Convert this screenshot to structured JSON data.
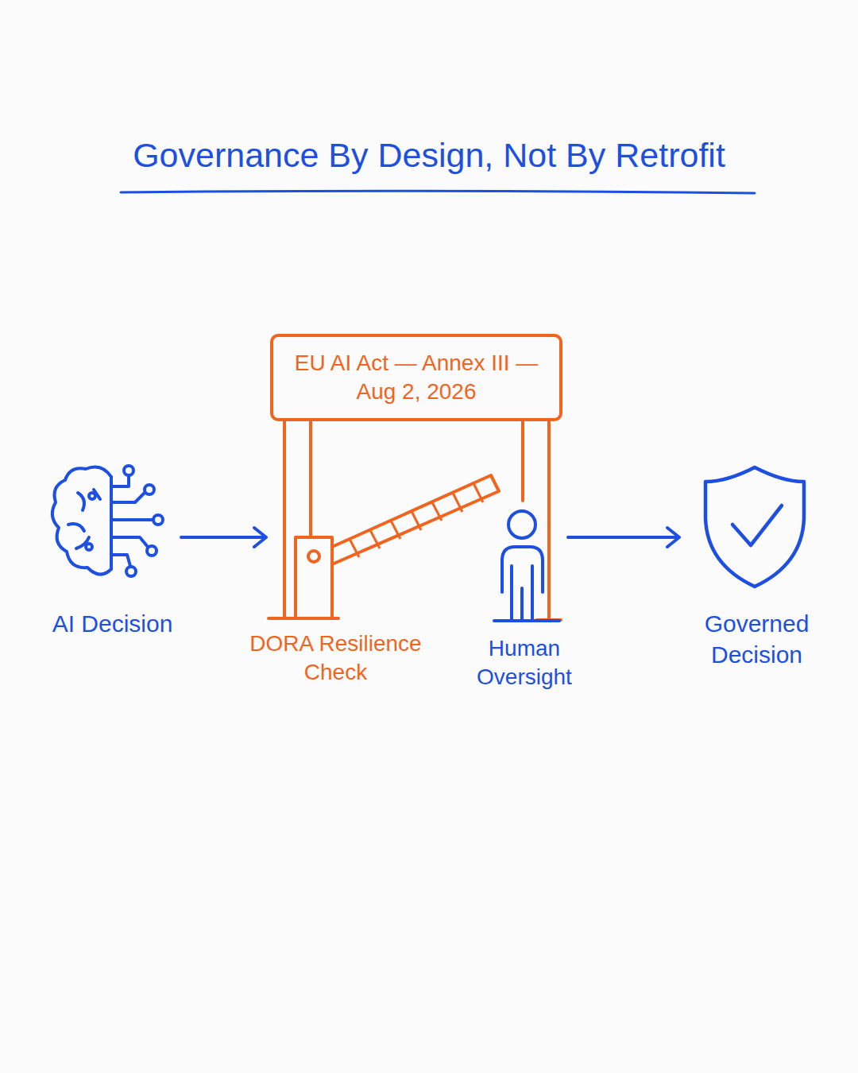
{
  "diagram": {
    "title": "Governance By Design, Not By Retrofit",
    "nodes": [
      {
        "text": [
          "AI Decision"
        ]
      },
      {
        "text": [
          "EU AI Act — Annex III — Aug 2, 2026"
        ]
      },
      {
        "text": [
          "DORA Resilience Check"
        ]
      },
      {
        "text": [
          "Human Oversight"
        ]
      },
      {
        "text": [
          "Governed Decision"
        ]
      }
    ],
    "edges": [
      {
        "from": 0,
        "to": 2,
        "arrow": "to"
      },
      {
        "from": 3,
        "to": 4,
        "arrow": "to"
      }
    ]
  }
}
